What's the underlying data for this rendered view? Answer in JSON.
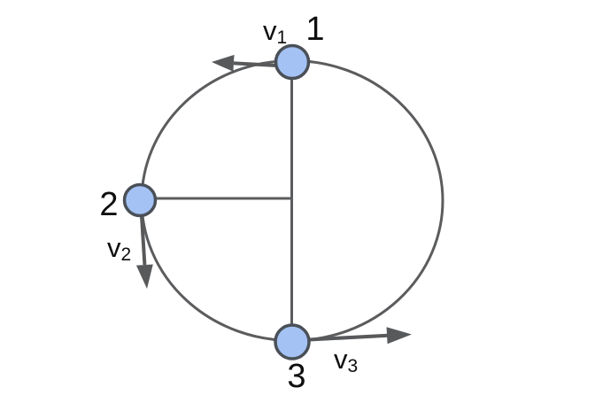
{
  "figure": {
    "type": "circular-motion-diagram",
    "description": "Circle with three particles at top, left and bottom; each has a tangential velocity arrow indicating counterclockwise motion; radius lines drawn from circle center to points 1, 2 and 3",
    "background": "#ffffff",
    "colors": {
      "circle_stroke": "#5b5c5e",
      "line": "#5b5c5e",
      "arrow": "#58595b",
      "node_fill": "#a4c2f4",
      "node_stroke": "#4a5057",
      "label": "#0e0e0e"
    },
    "nodes": [
      {
        "label": "1",
        "position": "top"
      },
      {
        "label": "2",
        "position": "left"
      },
      {
        "label": "3",
        "position": "bottom"
      }
    ],
    "velocities": [
      {
        "base": "v",
        "sub": "1",
        "direction": "left",
        "at_node": "1"
      },
      {
        "base": "v",
        "sub": "2",
        "direction": "down",
        "at_node": "2"
      },
      {
        "base": "v",
        "sub": "3",
        "direction": "right",
        "at_node": "3"
      }
    ]
  }
}
